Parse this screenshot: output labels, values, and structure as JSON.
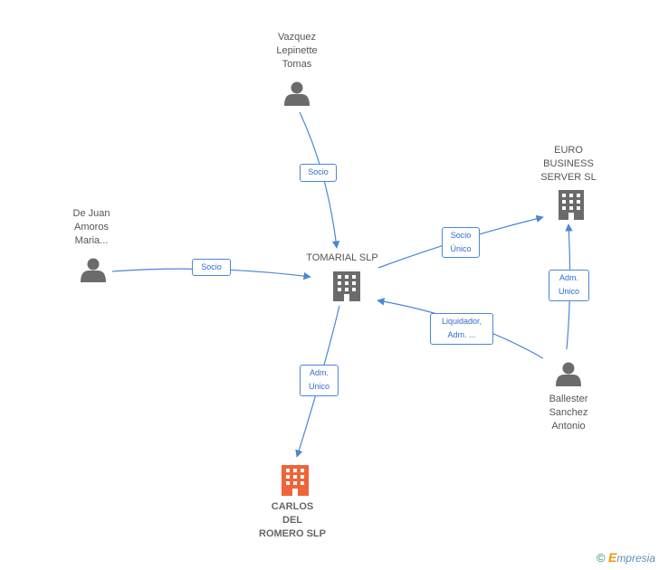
{
  "nodes": {
    "vazquez": {
      "label": "Vazquez\nLepinette\nTomas",
      "type": "person"
    },
    "dejuan": {
      "label": "De Juan\nAmoros\nMaria...",
      "type": "person"
    },
    "tomarial": {
      "label": "TOMARIAL SLP",
      "type": "company"
    },
    "euro": {
      "label": "EURO\nBUSINESS\nSERVER  SL",
      "type": "company"
    },
    "ballester": {
      "label": "Ballester\nSanchez\nAntonio",
      "type": "person"
    },
    "carlos": {
      "label": "CARLOS\nDEL\nROMERO SLP",
      "type": "company-target"
    }
  },
  "edges": {
    "vazquez_tomarial": "Socio",
    "dejuan_tomarial": "Socio",
    "tomarial_euro": "Socio\nÚnico",
    "ballester_euro": "Adm.\nUnico",
    "ballester_tomarial": "Liquidador,\nAdm. ...",
    "tomarial_carlos": "Adm.\nUnico"
  },
  "colors": {
    "edge": "#4a86d6",
    "icon": "#6b6b6b",
    "target_icon": "#f0643a"
  },
  "footer": {
    "copyright": "©",
    "brand_first": "E",
    "brand_rest": "mpresia"
  }
}
